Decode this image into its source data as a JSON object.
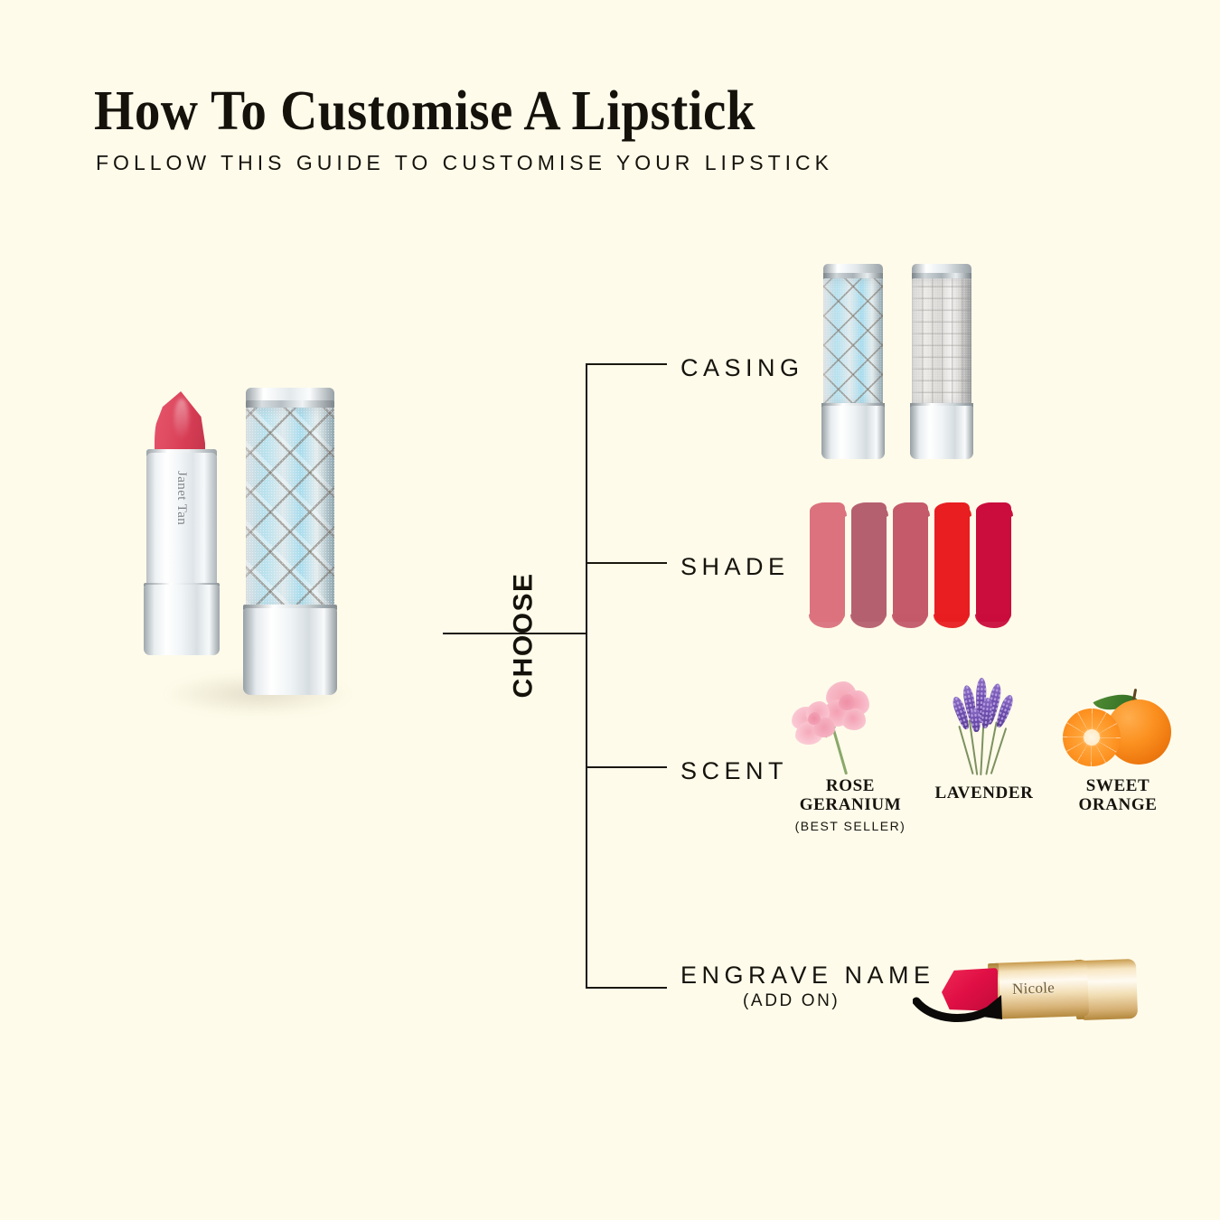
{
  "header": {
    "title": "How To Customise A Lipstick",
    "subtitle": "FOLLOW THIS GUIDE TO CUSTOMISE YOUR LIPSTICK"
  },
  "bracket": {
    "label": "CHOOSE"
  },
  "hero_product": {
    "engraved_name": "Janet Tan",
    "bullet_color": "#d83d55",
    "case_pattern": "blue-diamond-glitter"
  },
  "steps": [
    {
      "id": "casing",
      "label": "CASING",
      "sublabel": "",
      "options": [
        {
          "name": "blue-diamond-casing",
          "pattern": "diamond",
          "accent": "#a6dbed"
        },
        {
          "name": "silver-mosaic-casing",
          "pattern": "mosaic",
          "accent": "#d9d7d4"
        }
      ]
    },
    {
      "id": "shade",
      "label": "SHADE",
      "sublabel": "",
      "options": [
        {
          "name": "shade-swatch-1",
          "color": "#d9727d"
        },
        {
          "name": "shade-swatch-2",
          "color": "#b4606f"
        },
        {
          "name": "shade-swatch-3",
          "color": "#c25a6a"
        },
        {
          "name": "shade-swatch-4",
          "color": "#e51f22"
        },
        {
          "name": "shade-swatch-5",
          "color": "#c70e3c"
        }
      ]
    },
    {
      "id": "scent",
      "label": "SCENT",
      "sublabel": "",
      "options": [
        {
          "name": "rose-geranium",
          "title": "ROSE\nGERANIUM",
          "note": "(BEST SELLER)"
        },
        {
          "name": "lavender",
          "title": "LAVENDER",
          "note": ""
        },
        {
          "name": "sweet-orange",
          "title": "SWEET\nORANGE",
          "note": ""
        }
      ]
    },
    {
      "id": "engrave",
      "label": "ENGRAVE NAME",
      "sublabel": "(ADD ON)",
      "options": [
        {
          "name": "engraved-gold-lipstick",
          "engraved_name": "Nicole"
        }
      ]
    }
  ],
  "colors": {
    "background": "#fefbea",
    "ink": "#16130d",
    "line": "#1a170f"
  }
}
